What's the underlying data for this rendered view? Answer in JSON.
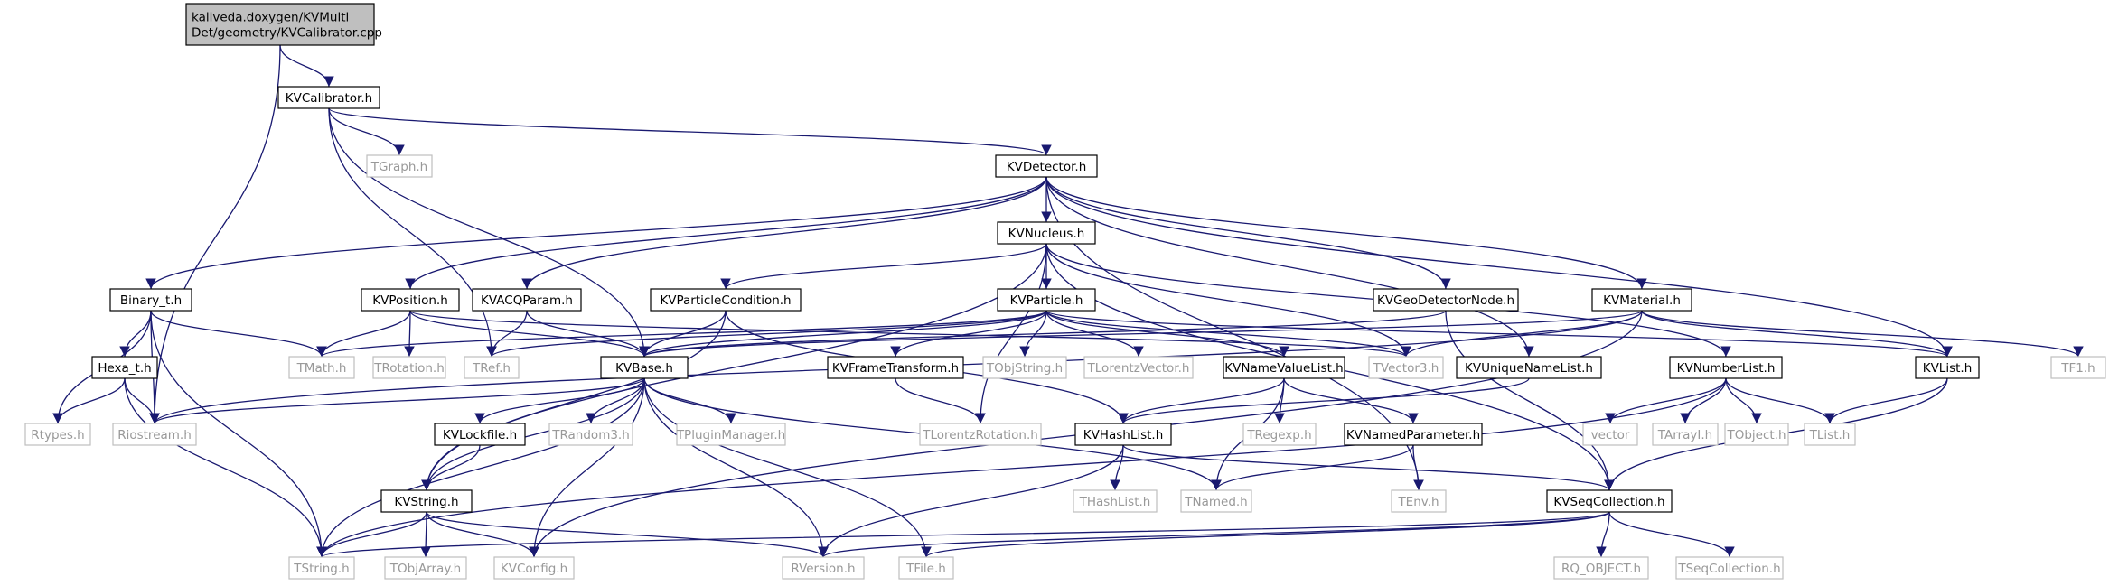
{
  "colors": {
    "edge": "#191970",
    "node_border": "#000000",
    "ext_border": "#bfbfbf",
    "ext_text": "#999999",
    "root_fill": "#bfbfbf",
    "node_fill": "#ffffff"
  },
  "nodes": [
    {
      "id": "root",
      "lines": [
        "kaliveda.doxygen/KVMulti",
        "Det/geometry/KVCalibrator.cpp"
      ],
      "kind": "root"
    },
    {
      "id": "KVCalibrator",
      "lines": [
        "KVCalibrator.h"
      ],
      "kind": "local"
    },
    {
      "id": "TGraph",
      "lines": [
        "TGraph.h"
      ],
      "kind": "ext"
    },
    {
      "id": "KVDetector",
      "lines": [
        "KVDetector.h"
      ],
      "kind": "local"
    },
    {
      "id": "KVNucleus",
      "lines": [
        "KVNucleus.h"
      ],
      "kind": "local"
    },
    {
      "id": "Binary_t",
      "lines": [
        "Binary_t.h"
      ],
      "kind": "local"
    },
    {
      "id": "KVPosition",
      "lines": [
        "KVPosition.h"
      ],
      "kind": "local"
    },
    {
      "id": "KVACQParam",
      "lines": [
        "KVACQParam.h"
      ],
      "kind": "local"
    },
    {
      "id": "KVParticleCondition",
      "lines": [
        "KVParticleCondition.h"
      ],
      "kind": "local"
    },
    {
      "id": "KVParticle",
      "lines": [
        "KVParticle.h"
      ],
      "kind": "local"
    },
    {
      "id": "KVGeoDetectorNode",
      "lines": [
        "KVGeoDetectorNode.h"
      ],
      "kind": "local"
    },
    {
      "id": "KVMaterial",
      "lines": [
        "KVMaterial.h"
      ],
      "kind": "local"
    },
    {
      "id": "Hexa_t",
      "lines": [
        "Hexa_t.h"
      ],
      "kind": "local"
    },
    {
      "id": "TMath",
      "lines": [
        "TMath.h"
      ],
      "kind": "ext"
    },
    {
      "id": "TRotation",
      "lines": [
        "TRotation.h"
      ],
      "kind": "ext"
    },
    {
      "id": "TRef",
      "lines": [
        "TRef.h"
      ],
      "kind": "ext"
    },
    {
      "id": "KVBase",
      "lines": [
        "KVBase.h"
      ],
      "kind": "local"
    },
    {
      "id": "KVFrameTransform",
      "lines": [
        "KVFrameTransform.h"
      ],
      "kind": "local"
    },
    {
      "id": "TObjString",
      "lines": [
        "TObjString.h"
      ],
      "kind": "ext"
    },
    {
      "id": "TLorentzVector",
      "lines": [
        "TLorentzVector.h"
      ],
      "kind": "ext"
    },
    {
      "id": "KVNameValueList",
      "lines": [
        "KVNameValueList.h"
      ],
      "kind": "local"
    },
    {
      "id": "TVector3",
      "lines": [
        "TVector3.h"
      ],
      "kind": "ext"
    },
    {
      "id": "KVUniqueNameList",
      "lines": [
        "KVUniqueNameList.h"
      ],
      "kind": "local"
    },
    {
      "id": "KVNumberList",
      "lines": [
        "KVNumberList.h"
      ],
      "kind": "local"
    },
    {
      "id": "KVList",
      "lines": [
        "KVList.h"
      ],
      "kind": "local"
    },
    {
      "id": "TF1",
      "lines": [
        "TF1.h"
      ],
      "kind": "ext"
    },
    {
      "id": "Rtypes",
      "lines": [
        "Rtypes.h"
      ],
      "kind": "ext"
    },
    {
      "id": "Riostream",
      "lines": [
        "Riostream.h"
      ],
      "kind": "ext"
    },
    {
      "id": "KVLockfile",
      "lines": [
        "KVLockfile.h"
      ],
      "kind": "local"
    },
    {
      "id": "TRandom3",
      "lines": [
        "TRandom3.h"
      ],
      "kind": "ext"
    },
    {
      "id": "TPluginManager",
      "lines": [
        "TPluginManager.h"
      ],
      "kind": "ext"
    },
    {
      "id": "TLorentzRotation",
      "lines": [
        "TLorentzRotation.h"
      ],
      "kind": "ext"
    },
    {
      "id": "KVHashList",
      "lines": [
        "KVHashList.h"
      ],
      "kind": "local"
    },
    {
      "id": "TRegexp",
      "lines": [
        "TRegexp.h"
      ],
      "kind": "ext"
    },
    {
      "id": "KVNamedParameter",
      "lines": [
        "KVNamedParameter.h"
      ],
      "kind": "local"
    },
    {
      "id": "vector",
      "lines": [
        "vector"
      ],
      "kind": "ext"
    },
    {
      "id": "TArrayI",
      "lines": [
        "TArrayI.h"
      ],
      "kind": "ext"
    },
    {
      "id": "TObject",
      "lines": [
        "TObject.h"
      ],
      "kind": "ext"
    },
    {
      "id": "TList",
      "lines": [
        "TList.h"
      ],
      "kind": "ext"
    },
    {
      "id": "KVString",
      "lines": [
        "KVString.h"
      ],
      "kind": "local"
    },
    {
      "id": "THashList",
      "lines": [
        "THashList.h"
      ],
      "kind": "ext"
    },
    {
      "id": "TNamed",
      "lines": [
        "TNamed.h"
      ],
      "kind": "ext"
    },
    {
      "id": "TEnv",
      "lines": [
        "TEnv.h"
      ],
      "kind": "ext"
    },
    {
      "id": "KVSeqCollection",
      "lines": [
        "KVSeqCollection.h"
      ],
      "kind": "local"
    },
    {
      "id": "TString",
      "lines": [
        "TString.h"
      ],
      "kind": "ext"
    },
    {
      "id": "TObjArray",
      "lines": [
        "TObjArray.h"
      ],
      "kind": "ext"
    },
    {
      "id": "KVConfig",
      "lines": [
        "KVConfig.h"
      ],
      "kind": "ext"
    },
    {
      "id": "RVersion",
      "lines": [
        "RVersion.h"
      ],
      "kind": "ext"
    },
    {
      "id": "TFile",
      "lines": [
        "TFile.h"
      ],
      "kind": "ext"
    },
    {
      "id": "RQ_OBJECT",
      "lines": [
        "RQ_OBJECT.h"
      ],
      "kind": "ext"
    },
    {
      "id": "TSeqCollection",
      "lines": [
        "TSeqCollection.h"
      ],
      "kind": "ext"
    }
  ],
  "edges": [
    [
      "root",
      "KVCalibrator"
    ],
    [
      "root",
      "Riostream"
    ],
    [
      "KVCalibrator",
      "TGraph"
    ],
    [
      "KVCalibrator",
      "KVDetector"
    ],
    [
      "KVCalibrator",
      "KVBase"
    ],
    [
      "KVCalibrator",
      "TRef"
    ],
    [
      "KVDetector",
      "KVNucleus"
    ],
    [
      "KVDetector",
      "Binary_t"
    ],
    [
      "KVDetector",
      "KVPosition"
    ],
    [
      "KVDetector",
      "KVACQParam"
    ],
    [
      "KVDetector",
      "KVGeoDetectorNode"
    ],
    [
      "KVDetector",
      "KVMaterial"
    ],
    [
      "KVDetector",
      "KVUniqueNameList"
    ],
    [
      "KVDetector",
      "KVList"
    ],
    [
      "KVNucleus",
      "KVParticleCondition"
    ],
    [
      "KVNucleus",
      "KVParticle"
    ],
    [
      "KVNucleus",
      "TVector3"
    ],
    [
      "KVNucleus",
      "KVNumberList"
    ],
    [
      "KVNucleus",
      "KVString"
    ],
    [
      "KVNucleus",
      "TLorentzRotation"
    ],
    [
      "KVNucleus",
      "KVSeqCollection"
    ],
    [
      "Binary_t",
      "Hexa_t"
    ],
    [
      "Binary_t",
      "TMath"
    ],
    [
      "Binary_t",
      "Rtypes"
    ],
    [
      "Binary_t",
      "Riostream"
    ],
    [
      "Binary_t",
      "TString"
    ],
    [
      "Hexa_t",
      "Rtypes"
    ],
    [
      "Hexa_t",
      "Riostream"
    ],
    [
      "Hexa_t",
      "TString"
    ],
    [
      "KVPosition",
      "TMath"
    ],
    [
      "KVPosition",
      "TRotation"
    ],
    [
      "KVPosition",
      "KVBase"
    ],
    [
      "KVPosition",
      "TVector3"
    ],
    [
      "KVACQParam",
      "TRef"
    ],
    [
      "KVACQParam",
      "KVBase"
    ],
    [
      "KVParticleCondition",
      "KVBase"
    ],
    [
      "KVParticleCondition",
      "KVHashList"
    ],
    [
      "KVParticleCondition",
      "KVString"
    ],
    [
      "KVParticle",
      "KVBase"
    ],
    [
      "KVParticle",
      "KVFrameTransform"
    ],
    [
      "KVParticle",
      "TObjString"
    ],
    [
      "KVParticle",
      "TLorentzVector"
    ],
    [
      "KVParticle",
      "KVNameValueList"
    ],
    [
      "KVParticle",
      "TVector3"
    ],
    [
      "KVParticle",
      "TMath"
    ],
    [
      "KVParticle",
      "TRef"
    ],
    [
      "KVParticle",
      "KVList"
    ],
    [
      "KVGeoDetectorNode",
      "KVBase"
    ],
    [
      "KVGeoDetectorNode",
      "KVSeqCollection"
    ],
    [
      "KVMaterial",
      "KVBase"
    ],
    [
      "KVMaterial",
      "TVector3"
    ],
    [
      "KVMaterial",
      "KVList"
    ],
    [
      "KVMaterial",
      "TF1"
    ],
    [
      "KVMaterial",
      "Riostream"
    ],
    [
      "KVMaterial",
      "KVConfig"
    ],
    [
      "KVFrameTransform",
      "TLorentzRotation"
    ],
    [
      "KVNameValueList",
      "KVHashList"
    ],
    [
      "KVNameValueList",
      "TRegexp"
    ],
    [
      "KVNameValueList",
      "KVNamedParameter"
    ],
    [
      "KVNameValueList",
      "TNamed"
    ],
    [
      "KVUniqueNameList",
      "KVHashList"
    ],
    [
      "KVNumberList",
      "vector"
    ],
    [
      "KVNumberList",
      "TArrayI"
    ],
    [
      "KVNumberList",
      "TObject"
    ],
    [
      "KVNumberList",
      "TList"
    ],
    [
      "KVNumberList",
      "TString"
    ],
    [
      "KVList",
      "TList"
    ],
    [
      "KVList",
      "KVSeqCollection"
    ],
    [
      "KVBase",
      "Riostream"
    ],
    [
      "KVBase",
      "KVLockfile"
    ],
    [
      "KVBase",
      "TRandom3"
    ],
    [
      "KVBase",
      "TPluginManager"
    ],
    [
      "KVBase",
      "KVString"
    ],
    [
      "KVBase",
      "TNamed"
    ],
    [
      "KVBase",
      "TString"
    ],
    [
      "KVBase",
      "KVConfig"
    ],
    [
      "KVBase",
      "RVersion"
    ],
    [
      "KVBase",
      "TFile"
    ],
    [
      "KVLockfile",
      "KVString"
    ],
    [
      "KVHashList",
      "THashList"
    ],
    [
      "KVHashList",
      "KVSeqCollection"
    ],
    [
      "KVHashList",
      "RVersion"
    ],
    [
      "KVNamedParameter",
      "TNamed"
    ],
    [
      "KVNamedParameter",
      "TEnv"
    ],
    [
      "KVString",
      "TString"
    ],
    [
      "KVString",
      "TObjArray"
    ],
    [
      "KVString",
      "KVConfig"
    ],
    [
      "KVString",
      "RVersion"
    ],
    [
      "KVSeqCollection",
      "TString"
    ],
    [
      "KVSeqCollection",
      "RVersion"
    ],
    [
      "KVSeqCollection",
      "TFile"
    ],
    [
      "KVSeqCollection",
      "RQ_OBJECT"
    ],
    [
      "KVSeqCollection",
      "TSeqCollection"
    ],
    [
      "KVDetector",
      "TEnv"
    ]
  ]
}
